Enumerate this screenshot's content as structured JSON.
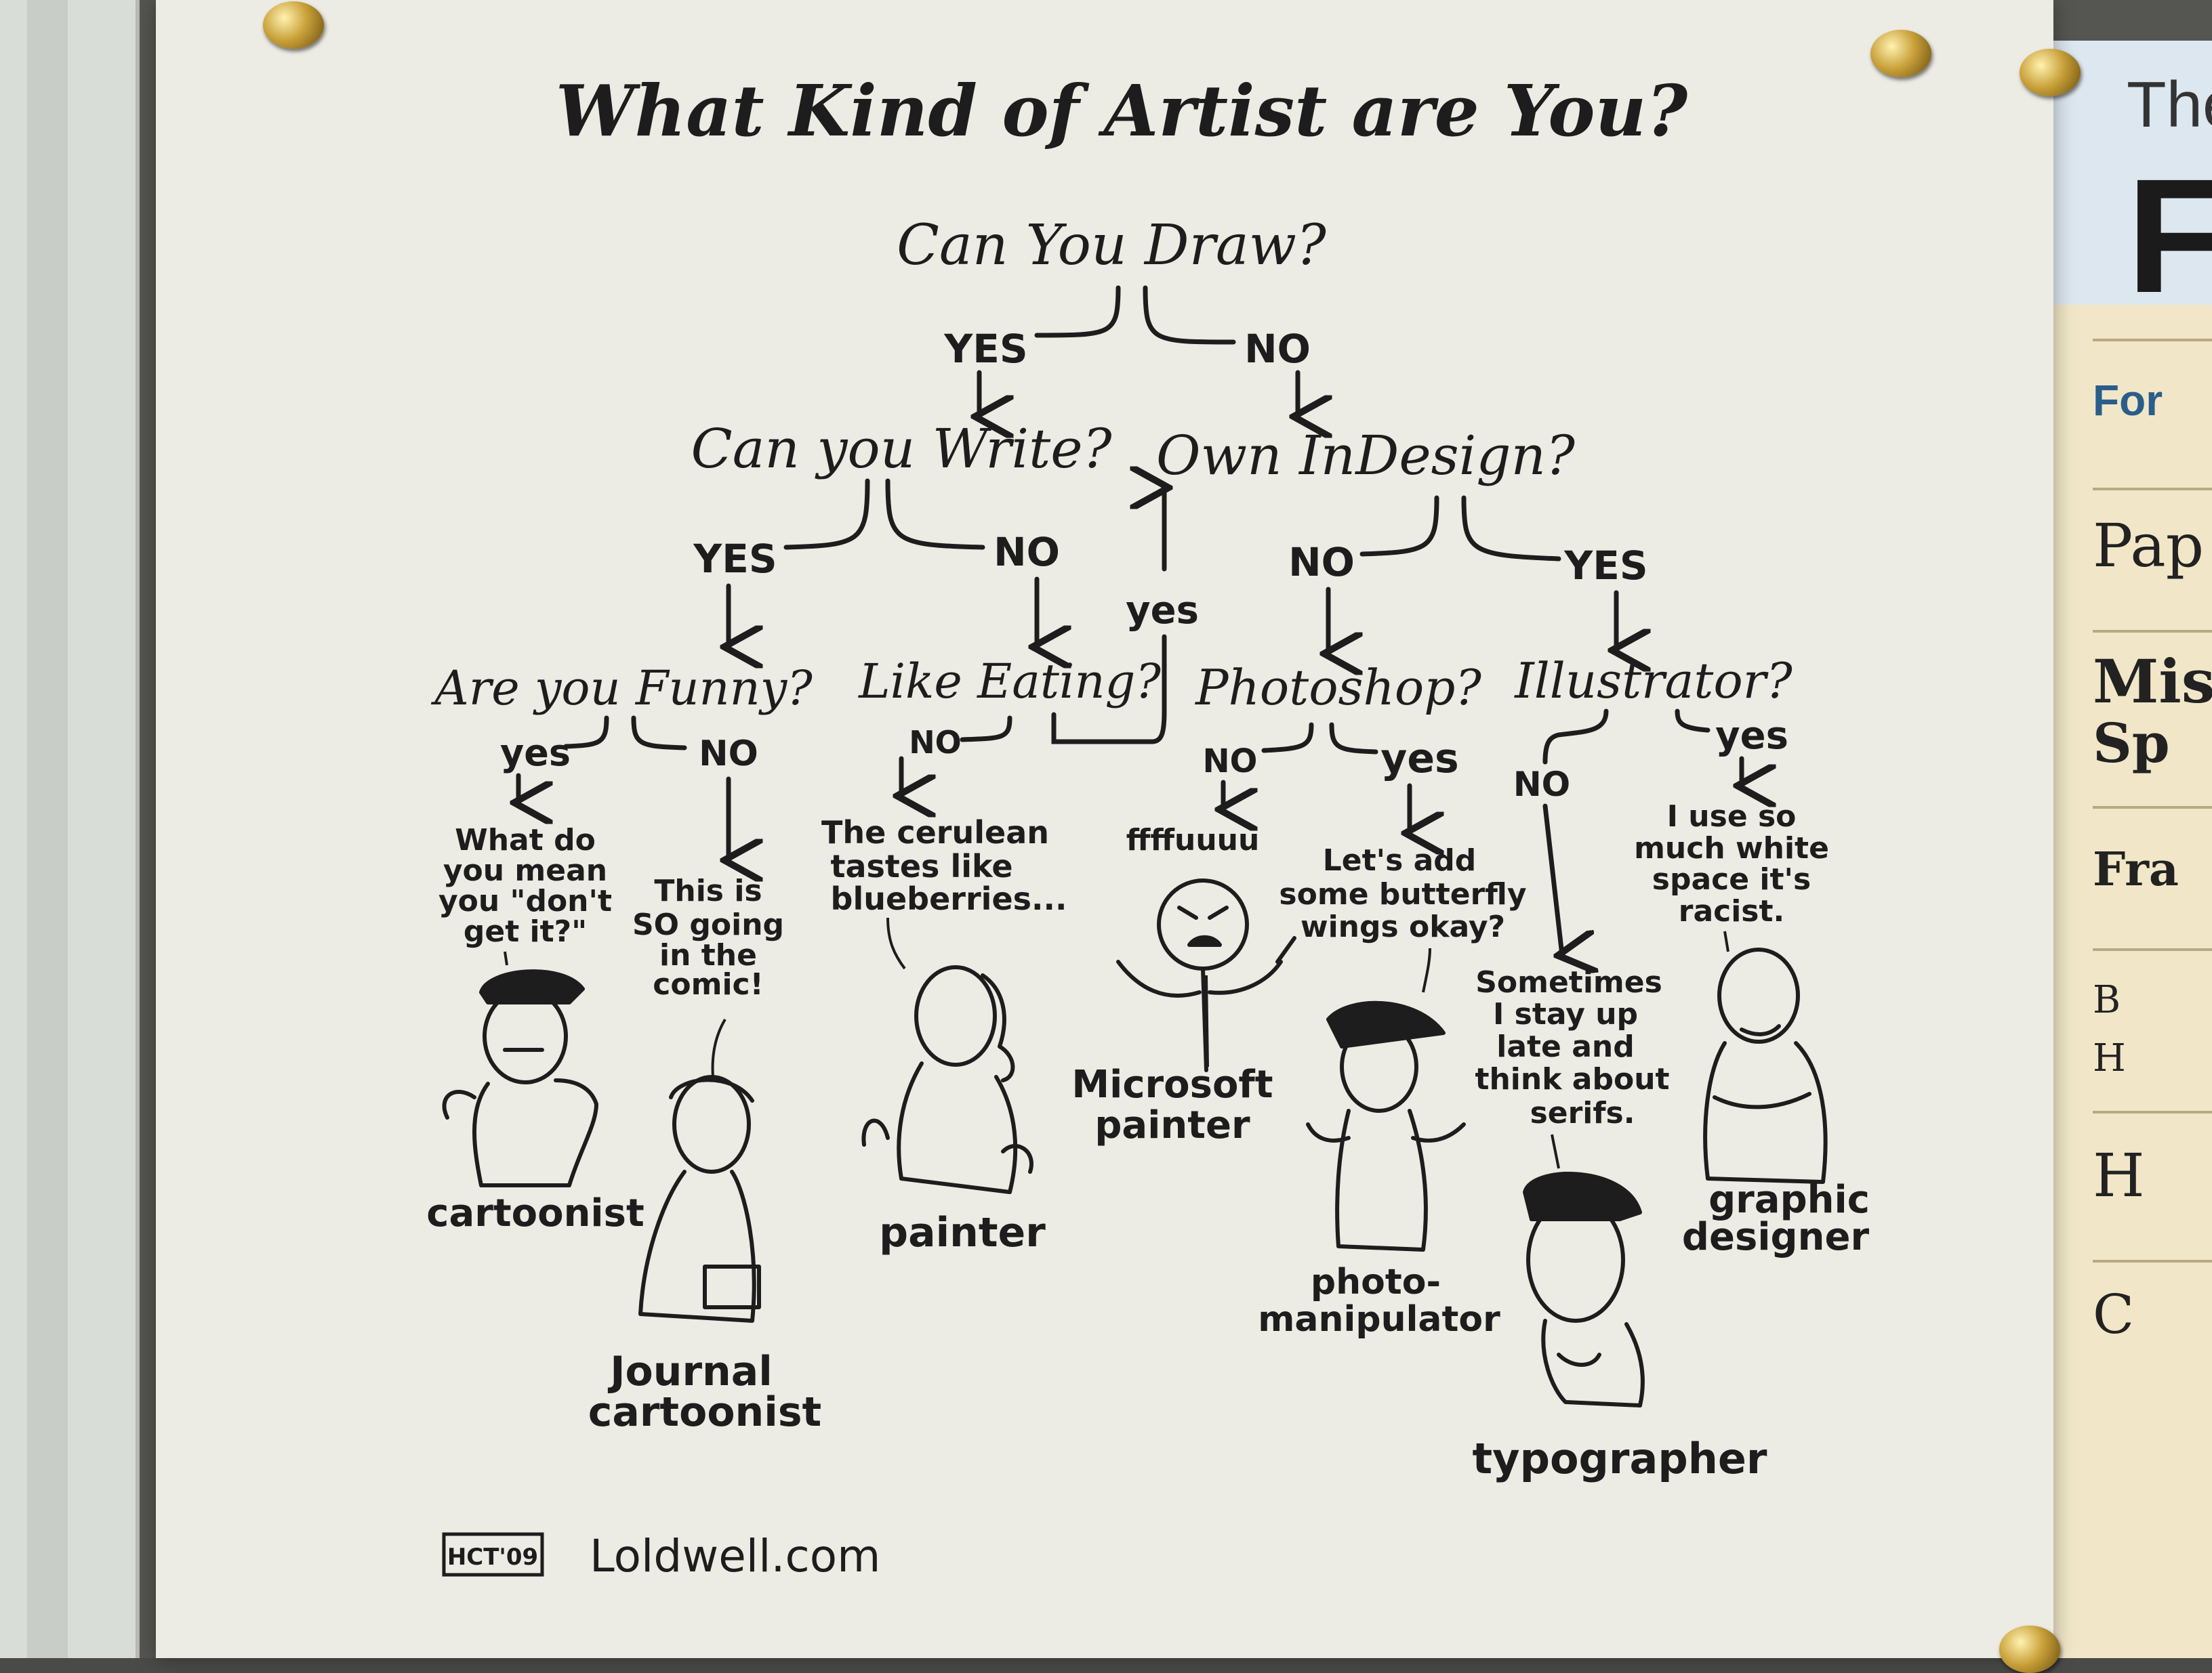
{
  "title": "What Kind of Artist are You?",
  "questions": {
    "draw": "Can You Draw?",
    "write": "Can you Write?",
    "indesign": "Own InDesign?",
    "funny": "Are you Funny?",
    "eating": "Like Eating?",
    "photoshop": "Photoshop?",
    "illustrator": "Illustrator?"
  },
  "branches": {
    "draw_yes": "YES",
    "draw_no": "NO",
    "write_yes": "YES",
    "write_no": "NO",
    "indesign_no": "NO",
    "indesign_yes": "YES",
    "eating_yes": "yes",
    "eating_no": "NO",
    "funny_yes": "yes",
    "funny_no": "NO",
    "photoshop_no": "NO",
    "photoshop_yes": "yes",
    "illustrator_no": "NO",
    "illustrator_yes": "yes"
  },
  "quotes": {
    "cartoonist": [
      "What do",
      "you mean",
      "you \"don't",
      "get it?\""
    ],
    "journal": [
      "This is",
      "SO going",
      "in the",
      "comic!"
    ],
    "painter": [
      "The cerulean",
      "tastes like",
      "blueberries..."
    ],
    "ms": [
      "ffffuuuu"
    ],
    "photo": [
      "Let's add",
      "some butterfly",
      "wings okay?"
    ],
    "typographer": [
      "Sometimes",
      "I stay up",
      "late and",
      "think about",
      "serifs."
    ],
    "designer": [
      "I use so",
      "much white",
      "space it's",
      "racist."
    ]
  },
  "results": {
    "cartoonist": [
      "cartoonist"
    ],
    "journal": [
      "Journal",
      "cartoonist"
    ],
    "painter": [
      "painter"
    ],
    "ms": [
      "Microsoft",
      "painter"
    ],
    "photo": [
      "photo-",
      "manipulator"
    ],
    "typographer": [
      "typographer"
    ],
    "designer": [
      "graphic",
      "designer"
    ]
  },
  "signature": "HCT'09",
  "footer": "Loldwell.com",
  "side_poster": {
    "title_small": "The",
    "title_big": "F",
    "rows": [
      "For",
      "Pap",
      "Mis",
      "Sp",
      "Fra",
      "B",
      "H",
      "H",
      "C"
    ]
  },
  "colors": {
    "ink": "#1d1d1d",
    "paper": "#ecebe4",
    "board": "#555552"
  }
}
